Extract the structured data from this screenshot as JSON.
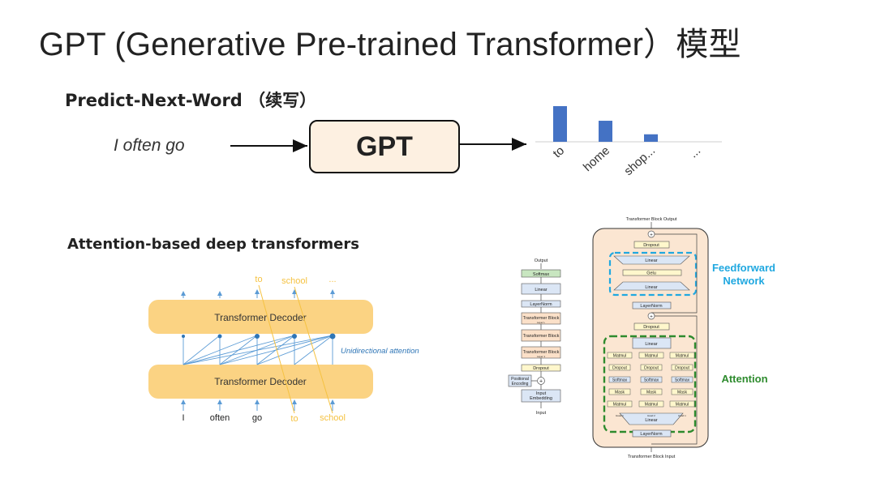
{
  "title": "GPT (Generative Pre-trained Transformer）模型",
  "top_section": {
    "heading": "Predict-Next-Word （续写）",
    "input_text": "I often go",
    "model_label": "GPT"
  },
  "chart_data": {
    "type": "bar",
    "categories": [
      "to",
      "home",
      "shop...",
      "..."
    ],
    "values": [
      1.0,
      0.59,
      0.21,
      0
    ],
    "title": "",
    "xlabel": "",
    "ylabel": "",
    "colors": {
      "bar": "#4472c4"
    },
    "grid": false
  },
  "bottom_left": {
    "heading": "Attention-based deep transformers",
    "decoder_top_label": "Transformer Decoder",
    "decoder_bottom_label": "Transformer Decoder",
    "output_tokens": [
      "to",
      "school",
      "..."
    ],
    "input_tokens": [
      "I",
      "often",
      "go",
      "to",
      "school"
    ],
    "annotation": "Unidirectional attention",
    "colors": {
      "decoder": "#fbd383",
      "highlight": "#f5c242",
      "arrow": "#5b9bd5",
      "annotation": "#2e75b6"
    }
  },
  "stack_diagram": {
    "output": "Output",
    "softmax": "Softmax",
    "linear": "Linear",
    "layernorm": "LayerNorm",
    "blocks": [
      {
        "name": "Transformer Block",
        "sub": "Layer L"
      },
      {
        "name": "Transformer Block",
        "sub": "..."
      },
      {
        "name": "Transformer Block",
        "sub": "Layer 1"
      }
    ],
    "dropout": "Dropout",
    "positional": [
      "Positional",
      "Encoding"
    ],
    "plus": "+",
    "embedding": [
      "Input",
      "Embedding"
    ],
    "input": "Input"
  },
  "block_diagram": {
    "output_label": "Transformer Block Output",
    "input_label": "Transformer Block Input",
    "dropout": "Dropout",
    "linear": "Linear",
    "gelu": "Gelu",
    "layernorm": "LayerNorm",
    "plus": "+",
    "matmul": "Matmul",
    "softmax": "Softmax",
    "mask": "Mask",
    "heads": [
      "Head 1",
      "Head 2",
      "Head n"
    ],
    "ffn_label": [
      "Feedforward",
      "Network"
    ],
    "attention_label": "Attention",
    "colors": {
      "ffn": "#20a8e0",
      "attention": "#2e8b2e",
      "panel": "#fbe6d2",
      "yellow": "#fff7cc",
      "blue": "#dbe6f5"
    }
  }
}
